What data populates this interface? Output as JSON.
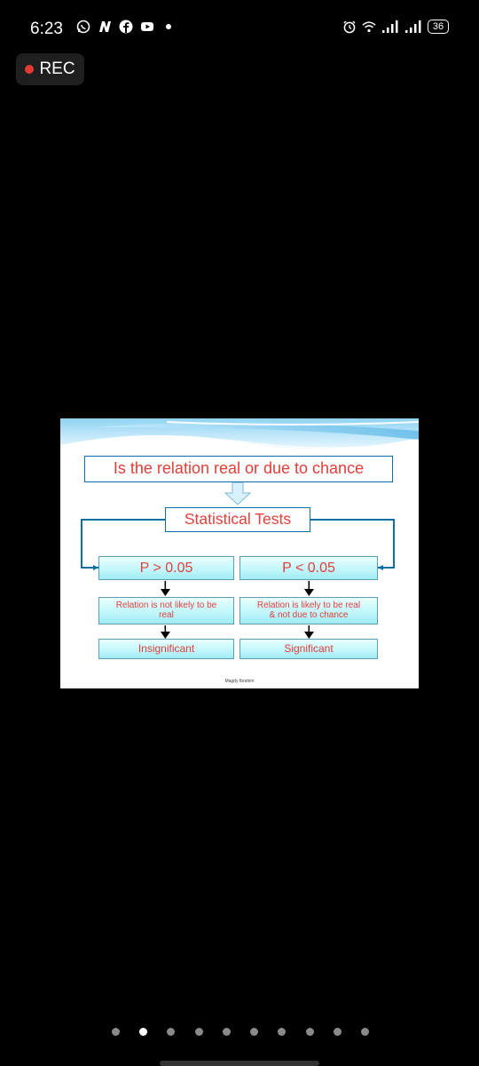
{
  "status_bar": {
    "time": "6:23",
    "left_icons": [
      "whatsapp-icon",
      "n-app-icon",
      "facebook-icon",
      "youtube-icon",
      "dot-icon"
    ],
    "right_icons": [
      "alarm-icon",
      "wifi-icon",
      "signal-1-icon",
      "signal-2-icon"
    ],
    "battery": "36"
  },
  "rec": {
    "label": "REC",
    "dot_color": "#e53935"
  },
  "slide": {
    "title": "Is the relation real or due to chance",
    "statistical_tests": "Statistical Tests",
    "left": {
      "p_value": "P > 0.05",
      "relation_line1": "Relation is not likely to be",
      "relation_line2": "real",
      "result": "Insignificant"
    },
    "right": {
      "p_value": "P < 0.05",
      "relation_line1": "Relation is likely to be real",
      "relation_line2": "& not due to chance",
      "result": "Significant"
    },
    "author": "Magdy Ibrahim",
    "colors": {
      "text": "#e0403a",
      "border": "#0b6fa4",
      "box_fill": "#bff6fb"
    }
  },
  "pager": {
    "count": 10,
    "active_index": 1
  }
}
